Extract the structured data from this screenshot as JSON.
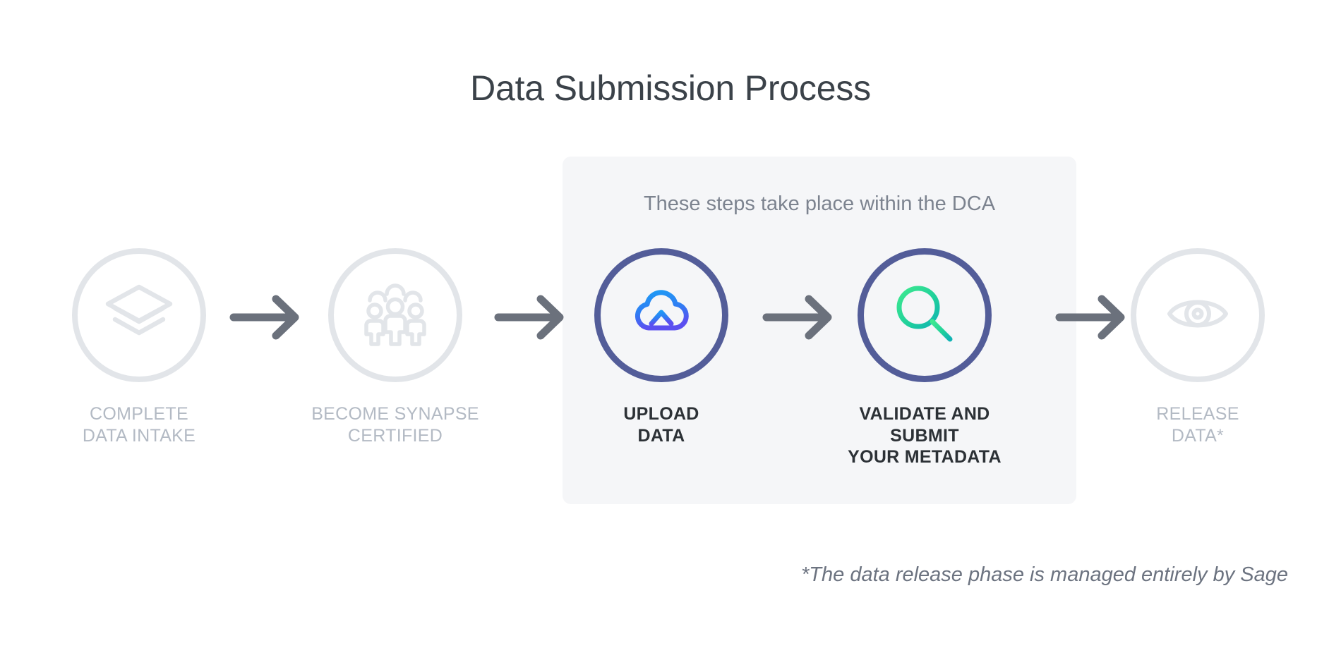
{
  "page": {
    "title": "Data Submission Process",
    "background_color": "#ffffff",
    "title_color": "#3b4249"
  },
  "dca_panel": {
    "caption": "These steps take place within the DCA",
    "background_color": "#f5f6f8",
    "caption_color": "#7c838f"
  },
  "steps": [
    {
      "id": "complete-data-intake",
      "label": "COMPLETE\nDATA INTAKE",
      "icon": "layers-icon",
      "state": "muted",
      "ring_color": "#e2e5e9",
      "icon_color": "#e2e5e9",
      "label_color": "#b3bac4"
    },
    {
      "id": "become-synapse-certified",
      "label": "BECOME SYNAPSE\nCERTIFIED",
      "icon": "people-group-icon",
      "state": "muted",
      "ring_color": "#e2e5e9",
      "icon_color": "#e2e5e9",
      "label_color": "#b3bac4"
    },
    {
      "id": "upload-data",
      "label": "UPLOAD\nDATA",
      "icon": "cloud-upload-icon",
      "state": "active",
      "ring_color": "#535d99",
      "icon_gradient": [
        "#1e9cf5",
        "#5b4ff0"
      ],
      "label_color": "#2c3136"
    },
    {
      "id": "validate-and-submit-metadata",
      "label": "VALIDATE AND SUBMIT\nYOUR METADATA",
      "icon": "magnifier-plus-icon",
      "state": "active",
      "ring_color": "#535d99",
      "icon_gradient": [
        "#35e08e",
        "#12b6b0"
      ],
      "label_color": "#2c3136"
    },
    {
      "id": "release-data",
      "label": "RELEASE\nDATA*",
      "icon": "eye-icon",
      "state": "muted",
      "ring_color": "#e2e5e9",
      "icon_color": "#e2e5e9",
      "label_color": "#b3bac4"
    }
  ],
  "arrows": {
    "count": 4,
    "color": "#6b717c",
    "direction": "right"
  },
  "footnote": {
    "text": "*The data release phase is managed entirely by Sage",
    "color": "#6c7380"
  }
}
